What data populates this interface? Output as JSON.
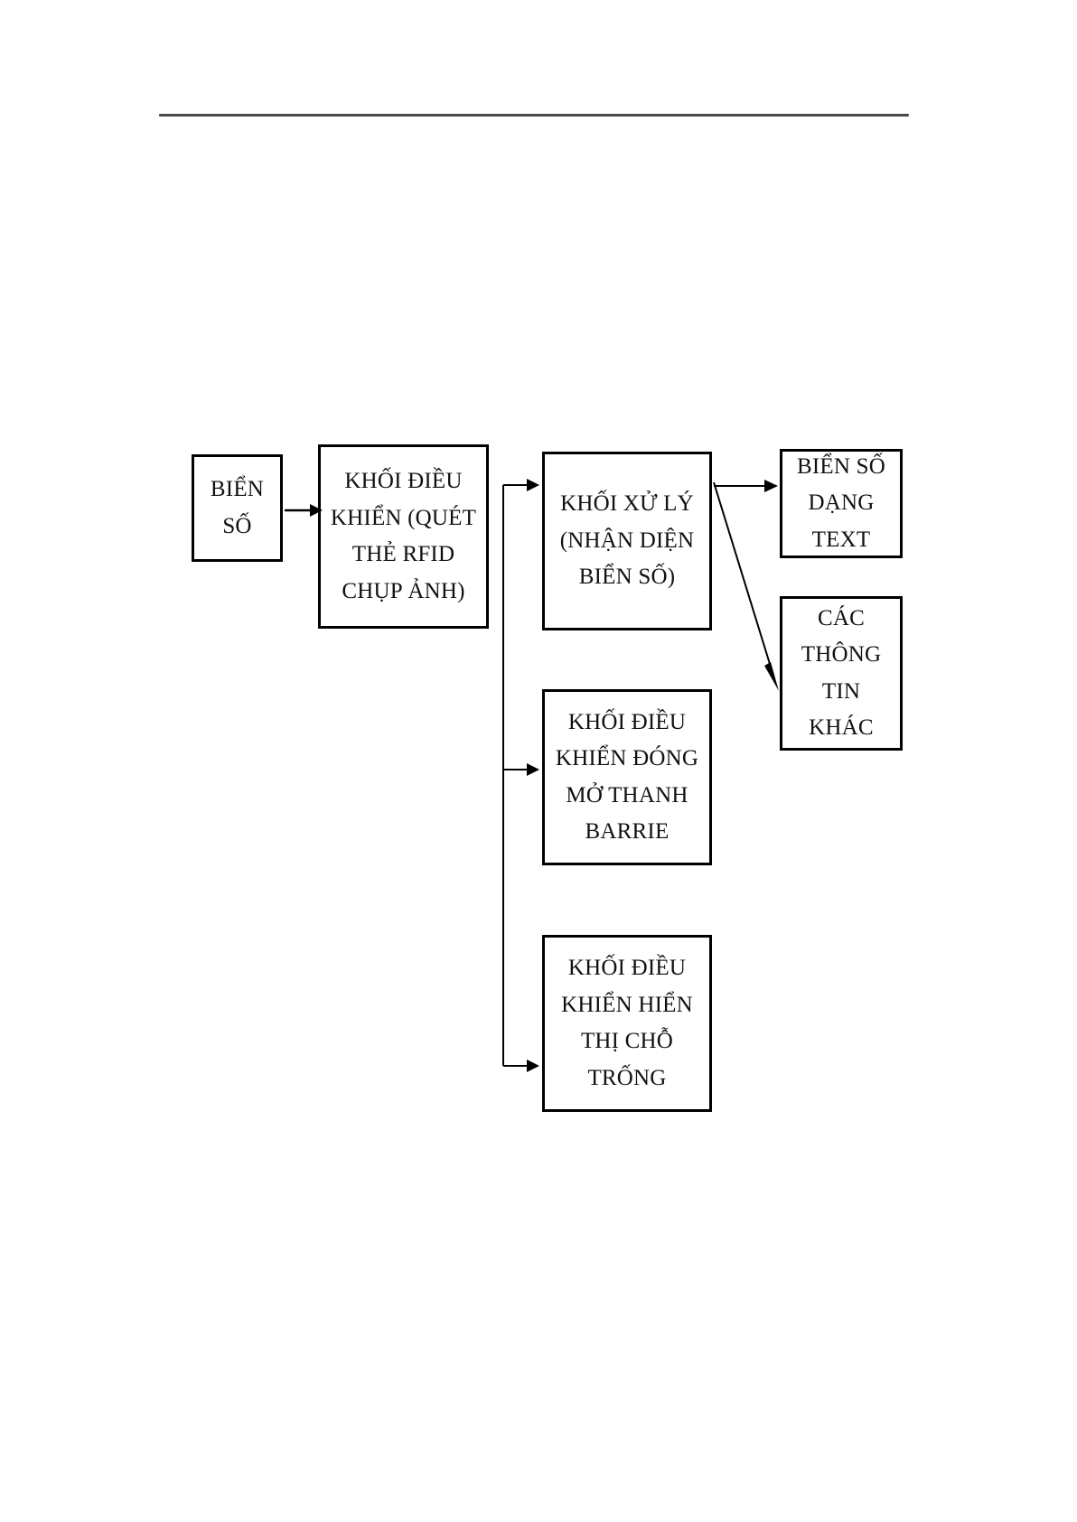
{
  "document": {
    "type": "flowchart-diagram-page",
    "has_header_rule": true,
    "background_color": "#ffffff",
    "line_color": "#000000"
  },
  "diagram": {
    "title": "",
    "boxes": [
      {
        "id": "bien-so",
        "label": "BIỂN\nSỐ"
      },
      {
        "id": "khoi-dieu-khien",
        "label": "KHỐI ĐIỀU\nKHIỂN (QUÉT\nTHẺ RFID\nCHỤP ẢNH)"
      },
      {
        "id": "khoi-xu-ly",
        "label": "KHỐI XỬ LÝ\n(NHẬN DIỆN\nBIỂN SỐ)"
      },
      {
        "id": "bien-so-text",
        "label": "BIỂN SỐ\nDẠNG\nTEXT"
      },
      {
        "id": "thong-tin-khac",
        "label": "CÁC\nTHÔNG\nTIN\nKHÁC"
      },
      {
        "id": "barrie",
        "label": "KHỐI ĐIỀU\nKHIỂN ĐÓNG\nMỞ THANH\nBARRIE"
      },
      {
        "id": "cho-trong",
        "label": "KHỐI ĐIỀU\nKHIỂN HIỂN\nTHỊ CHỖ\nTRỐNG"
      }
    ],
    "edges": [
      {
        "from": "bien-so",
        "to": "khoi-dieu-khien",
        "style": "straight-arrow"
      },
      {
        "from": "khoi-dieu-khien",
        "to": "khoi-xu-ly",
        "style": "elbow-arrow"
      },
      {
        "from": "khoi-dieu-khien",
        "to": "barrie",
        "style": "elbow-arrow"
      },
      {
        "from": "khoi-dieu-khien",
        "to": "cho-trong",
        "style": "elbow-arrow"
      },
      {
        "from": "khoi-xu-ly",
        "to": "bien-so-text",
        "style": "straight-arrow"
      },
      {
        "from": "khoi-xu-ly",
        "to": "thong-tin-khac",
        "style": "diagonal-arrow"
      }
    ]
  }
}
